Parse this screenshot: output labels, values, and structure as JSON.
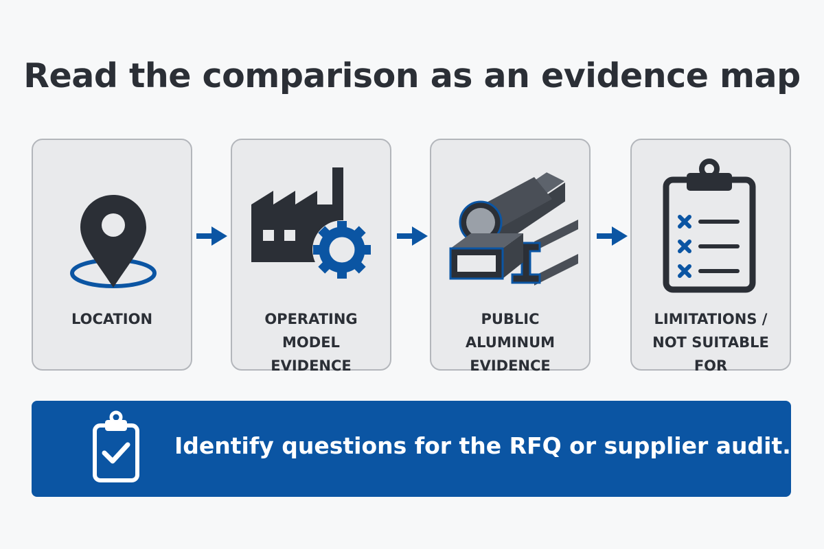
{
  "title": "Read the comparison as an evidence map",
  "steps": [
    {
      "label": "Location",
      "icon": "location-pin-icon"
    },
    {
      "label": "Operating model\nevidence",
      "icon": "factory-gear-icon"
    },
    {
      "label": "Public aluminum\nevidence",
      "icon": "aluminum-profiles-icon"
    },
    {
      "label": "Limitations /\nnot suitable for",
      "icon": "clipboard-checklist-icon"
    }
  ],
  "banner": {
    "text": "Identify questions for the RFQ or supplier audit.",
    "icon": "clipboard-check-icon"
  },
  "colors": {
    "accent": "#0b55a3",
    "dark": "#2b2f36",
    "card_bg": "#e9eaec",
    "card_border": "#b3b6bb"
  }
}
